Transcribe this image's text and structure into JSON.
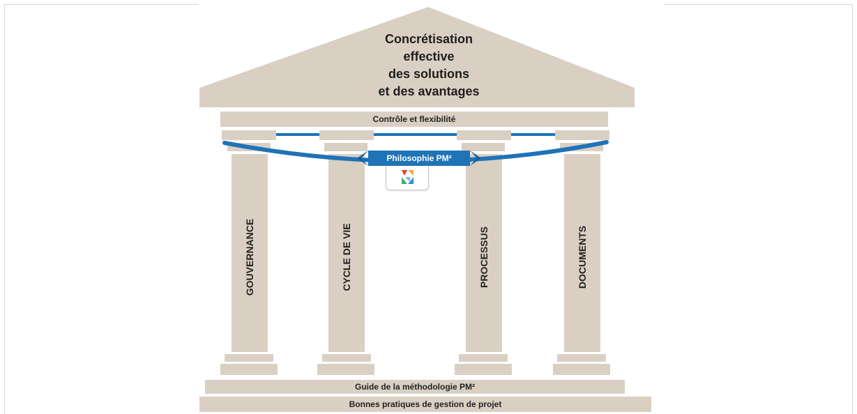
{
  "roof": {
    "line1": "Concrétisation",
    "line2": "effective",
    "line3": "des solutions",
    "line4": "et des avantages"
  },
  "entablature": {
    "label": "Contrôle et flexibilité"
  },
  "ribbon": {
    "label": "Philosophie PM²"
  },
  "logo": {
    "icon": "pm2-logo-icon",
    "colors": [
      "#e23b3b",
      "#f2a93b",
      "#2f8fd8",
      "#3bb36a"
    ]
  },
  "columns": [
    {
      "label": "GOUVERNANCE"
    },
    {
      "label": "CYCLE DE VIE"
    },
    {
      "label": "PROCESSUS"
    },
    {
      "label": "DOCUMENTS"
    }
  ],
  "base": {
    "step1": "Guide de la méthodologie PM²",
    "step2": "Bonnes pratiques de gestion de projet"
  },
  "colors": {
    "stone": "#d9d0c3",
    "ribbon": "#1f73b7",
    "text": "#222222"
  }
}
